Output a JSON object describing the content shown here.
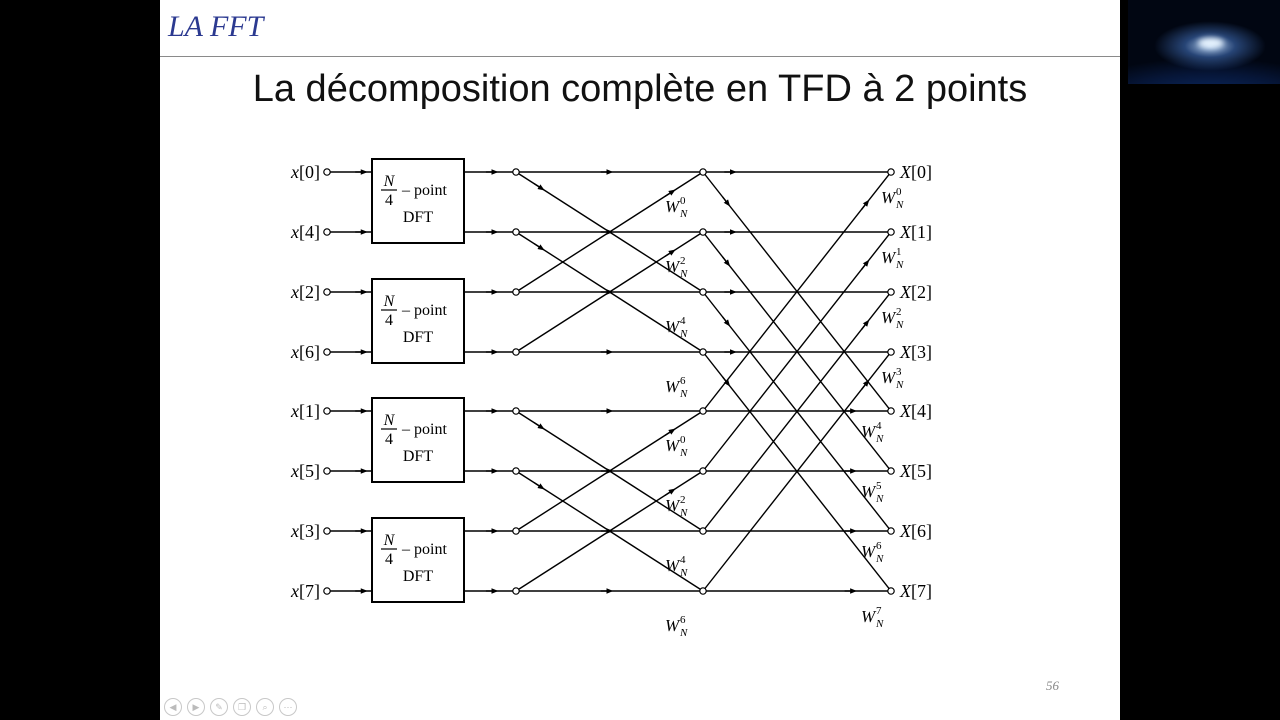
{
  "slide": {
    "header": "LA FFT",
    "title": "La décomposition complète en TFD à 2 points",
    "page_number": "56"
  },
  "diagram": {
    "inputs": [
      "x[0]",
      "x[4]",
      "x[2]",
      "x[6]",
      "x[1]",
      "x[5]",
      "x[3]",
      "x[7]"
    ],
    "outputs": [
      "X[0]",
      "X[1]",
      "X[2]",
      "X[3]",
      "X[4]",
      "X[5]",
      "X[6]",
      "X[7]"
    ],
    "block": {
      "numerator": "N",
      "denominator": "4",
      "suffix": "– point",
      "label": "DFT"
    },
    "twiddle_base": "W",
    "twiddle_sub": "N",
    "stage2_twiddle_exponents": [
      "0",
      "2",
      "4",
      "6",
      "0",
      "2",
      "4",
      "6"
    ],
    "stage3_twiddle_exponents": [
      "0",
      "1",
      "2",
      "3",
      "4",
      "5",
      "6",
      "7"
    ]
  },
  "toolbar": {
    "icons": [
      "back-icon",
      "forward-icon",
      "pen-icon",
      "copy-icon",
      "zoom-icon",
      "more-icon"
    ],
    "glyphs": [
      "◀",
      "▶",
      "✎",
      "❐",
      "⌕",
      "⋯"
    ]
  }
}
